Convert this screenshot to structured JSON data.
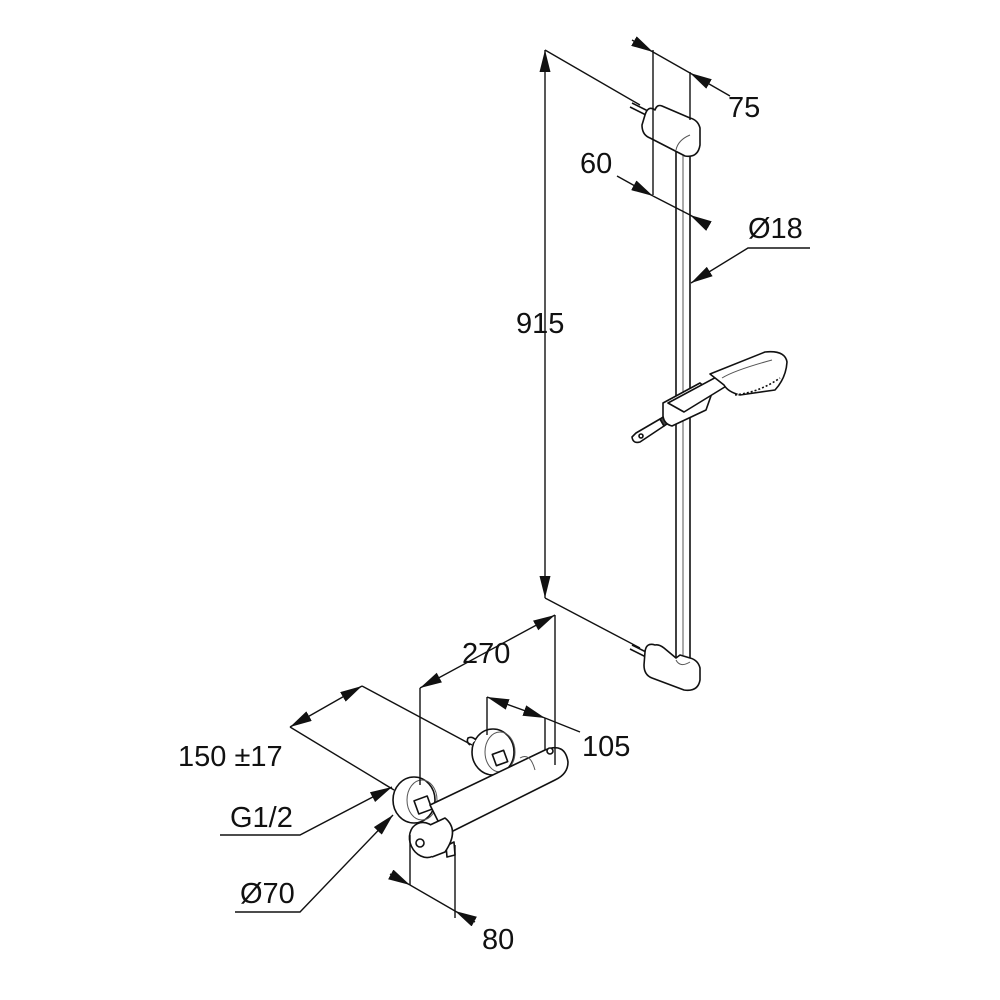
{
  "dimensions": {
    "rail_length": "915",
    "bracket_depth": "75",
    "bracket_offset": "60",
    "rail_diameter": "Ø18",
    "rail_to_valve": "270",
    "valve_projection": "105",
    "inlet_spacing": "150 ±17",
    "connection_thread": "G1/2",
    "escutcheon_diameter": "Ø70",
    "valve_depth": "80"
  },
  "colors": {
    "line": "#111111",
    "background": "#ffffff"
  }
}
